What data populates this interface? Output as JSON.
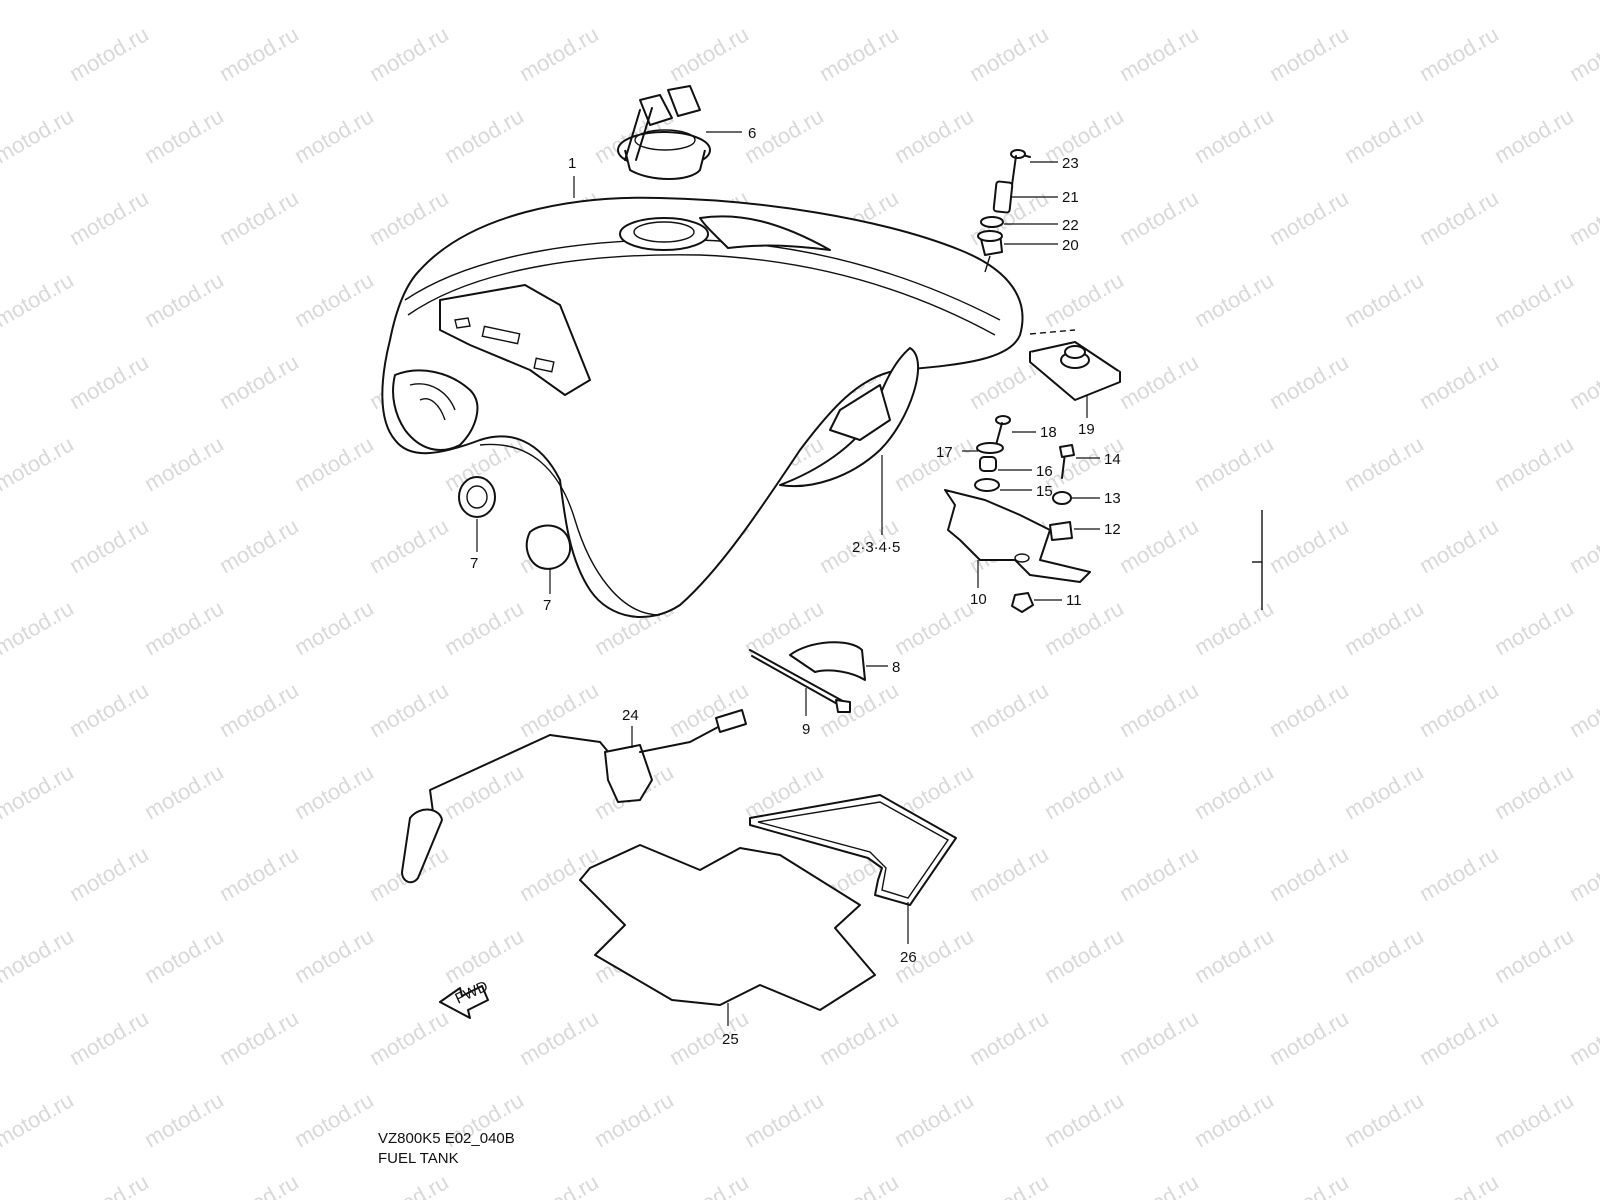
{
  "watermark": {
    "text": "motod.ru"
  },
  "diagram": {
    "labels": [
      {
        "id": "1",
        "text": "1"
      },
      {
        "id": "6",
        "text": "6"
      },
      {
        "id": "23",
        "text": "23"
      },
      {
        "id": "21",
        "text": "21"
      },
      {
        "id": "22",
        "text": "22"
      },
      {
        "id": "20",
        "text": "20"
      },
      {
        "id": "19",
        "text": "19"
      },
      {
        "id": "18",
        "text": "18"
      },
      {
        "id": "17",
        "text": "17"
      },
      {
        "id": "16",
        "text": "16"
      },
      {
        "id": "15",
        "text": "15"
      },
      {
        "id": "14",
        "text": "14"
      },
      {
        "id": "13",
        "text": "13"
      },
      {
        "id": "12",
        "text": "12"
      },
      {
        "id": "10",
        "text": "10"
      },
      {
        "id": "11",
        "text": "11"
      },
      {
        "id": "2345",
        "text": "2·3·4·5"
      },
      {
        "id": "7a",
        "text": "7"
      },
      {
        "id": "7b",
        "text": "7"
      },
      {
        "id": "8",
        "text": "8"
      },
      {
        "id": "9",
        "text": "9"
      },
      {
        "id": "24",
        "text": "24"
      },
      {
        "id": "26",
        "text": "26"
      },
      {
        "id": "25",
        "text": "25"
      }
    ],
    "fwd_label": "FWD"
  },
  "footer": {
    "code": "VZ800K5 E02_040B",
    "title": "FUEL TANK"
  }
}
